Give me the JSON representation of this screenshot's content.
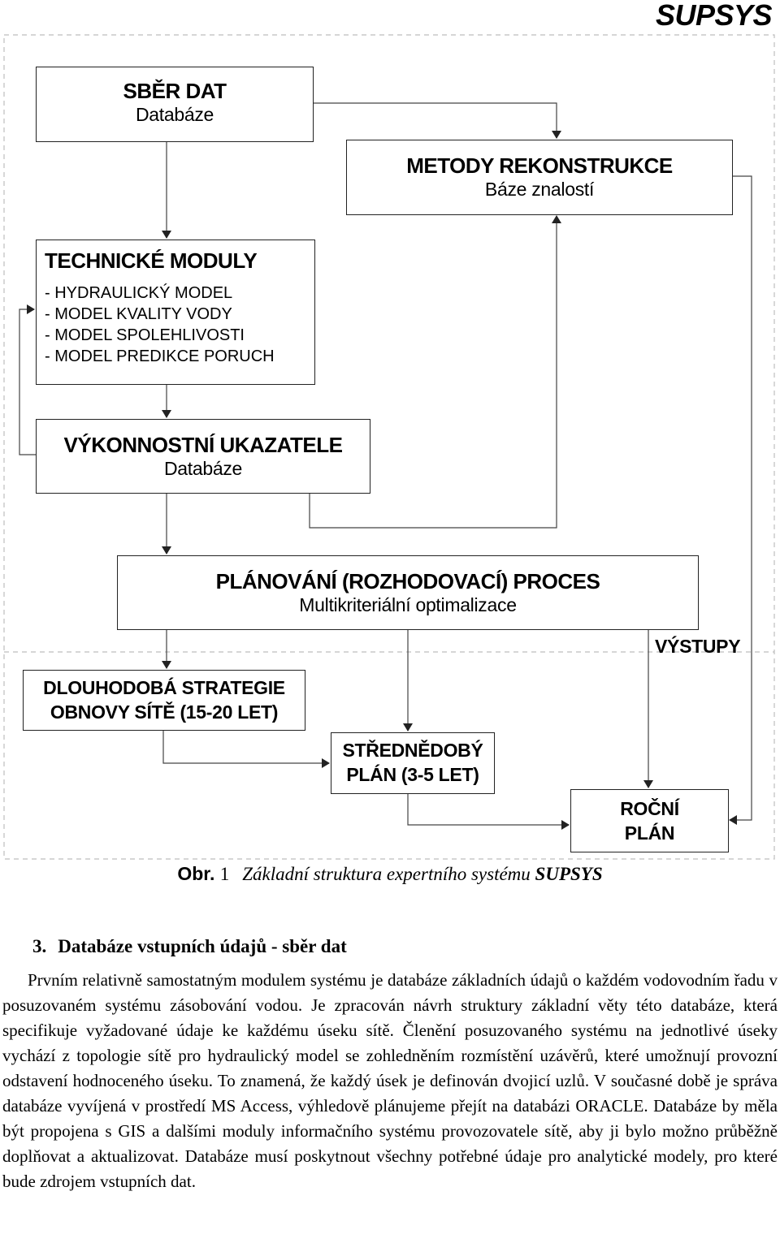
{
  "header": {
    "brand": "SUPSYS"
  },
  "boxes": {
    "sber_dat": {
      "title": "SBĚR DAT",
      "subtitle": "Databáze"
    },
    "metody": {
      "title": "METODY REKONSTRUKCE",
      "subtitle": "Báze znalostí"
    },
    "technicke": {
      "title": "TECHNICKÉ MODULY",
      "items": [
        "- HYDRAULICKÝ MODEL",
        "- MODEL KVALITY VODY",
        "- MODEL SPOLEHLIVOSTI",
        "- MODEL PREDIKCE PORUCH"
      ]
    },
    "vykonnostni": {
      "title": "VÝKONNOSTNÍ UKAZATELE",
      "subtitle": "Databáze"
    },
    "planovani": {
      "title": "PLÁNOVÁNÍ (ROZHODOVACÍ) PROCES",
      "subtitle": "Multikriteriální optimalizace"
    },
    "vystupy_label": "VÝSTUPY",
    "dlouhodoba": {
      "line1": "DLOUHODOBÁ STRATEGIE",
      "line2": "OBNOVY SÍTĚ (15-20 LET)"
    },
    "strednedoby": {
      "line1": "STŘEDNĚDOBÝ",
      "line2": "PLÁN (3-5 LET)"
    },
    "rocni": {
      "line1": "ROČNÍ",
      "line2": "PLÁN"
    }
  },
  "caption": {
    "label": "Obr.",
    "number": "1",
    "text": "Základní struktura expertního systému",
    "system": "SUPSYS"
  },
  "section": {
    "number": "3.",
    "title": "Databáze vstupních údajů - sběr dat",
    "paragraph": "Prvním relativně samostatným modulem systému je databáze základních údajů o každém vodovodním řadu v posuzovaném systému zásobování vodou. Je zpracován návrh struktury základní věty této databáze, která specifikuje vyžadované údaje ke každému úseku sítě. Členění posuzovaného systému na jednotlivé úseky vychází z topologie sítě pro hydraulický model se zohledněním rozmístění uzávěrů, které umožnují provozní odstavení hodnoceného úseku. To znamená, že každý úsek je definován dvojicí uzlů. V současné době je správa databáze vyvíjená v prostředí MS Access, výhledově plánujeme přejít na databázi ORACLE. Databáze by měla být propojena s GIS a dalšími moduly informačního systému provozovatele sítě, aby ji bylo možno průběžně doplňovat a aktualizovat. Databáze musí poskytnout všechny potřebné údaje pro analytické modely, pro které bude zdrojem vstupních dat."
  }
}
